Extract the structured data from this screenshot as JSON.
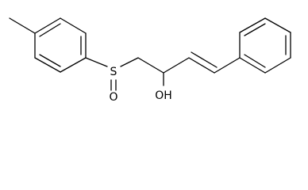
{
  "structure": {
    "atoms": {
      "sulfur": "S",
      "oxygen": "O",
      "hydroxyl": "OH"
    },
    "colors": {
      "bond": "#000000",
      "label": "#000000",
      "background": "#ffffff"
    }
  }
}
